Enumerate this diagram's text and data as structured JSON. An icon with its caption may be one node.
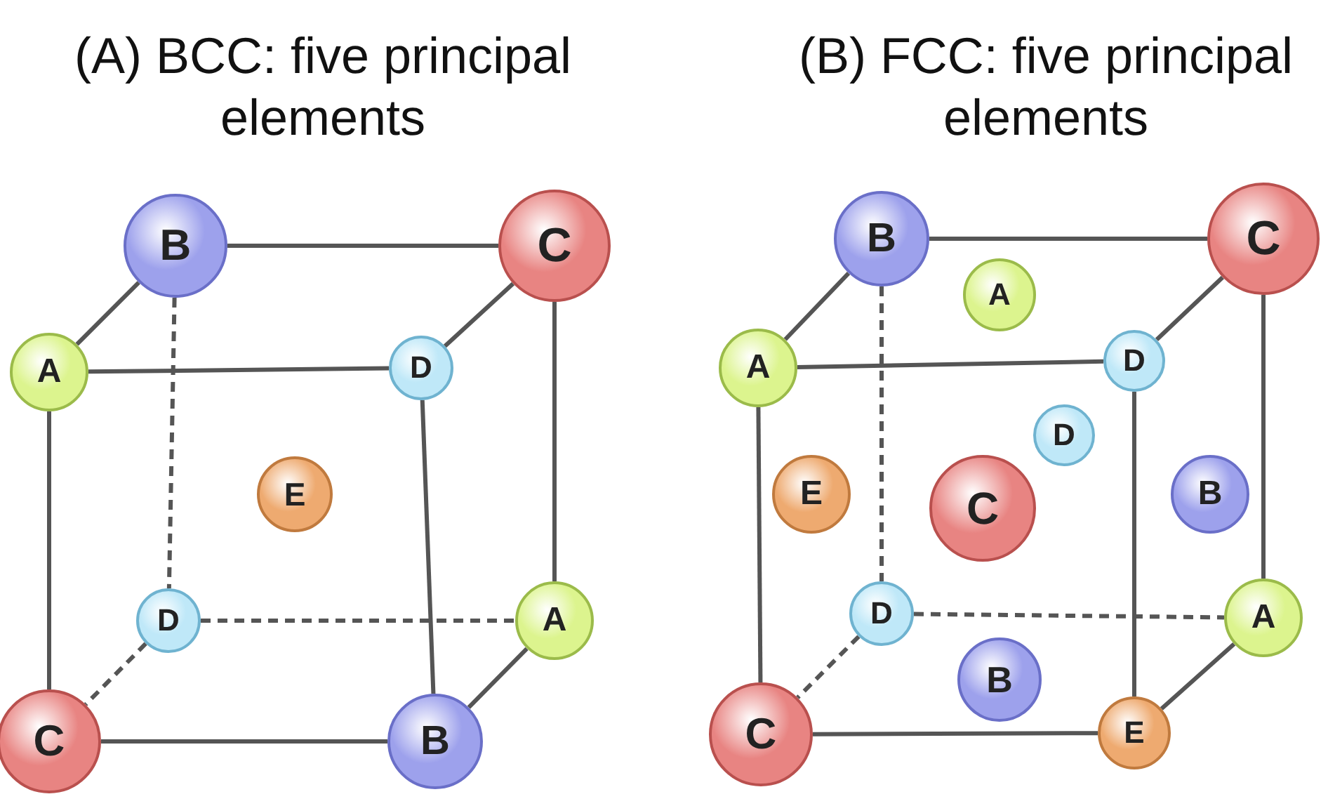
{
  "diagram": {
    "nodes": [
      {
        "text": [
          "B"
        ]
      },
      {
        "text": [
          "C"
        ]
      },
      {
        "text": [
          "A"
        ]
      },
      {
        "text": [
          "D"
        ]
      },
      {
        "text": [
          "E"
        ]
      },
      {
        "text": [
          "D"
        ]
      },
      {
        "text": [
          "A"
        ]
      },
      {
        "text": [
          "C"
        ]
      },
      {
        "text": [
          "B"
        ]
      },
      {
        "text": [
          "B"
        ]
      },
      {
        "text": [
          "C"
        ]
      },
      {
        "text": [
          "A"
        ]
      },
      {
        "text": [
          "A"
        ]
      },
      {
        "text": [
          "D"
        ]
      },
      {
        "text": [
          "D"
        ]
      },
      {
        "text": [
          "E"
        ]
      },
      {
        "text": [
          "C"
        ]
      },
      {
        "text": [
          "B"
        ]
      },
      {
        "text": [
          "D"
        ]
      },
      {
        "text": [
          "A"
        ]
      },
      {
        "text": [
          "B"
        ]
      },
      {
        "text": [
          "C"
        ]
      },
      {
        "text": [
          "E"
        ]
      }
    ],
    "edges": [
      {
        "from": 0,
        "to": 1,
        "arrow": "none"
      },
      {
        "from": 0,
        "to": 2,
        "arrow": "none"
      },
      {
        "from": 1,
        "to": 3,
        "arrow": "none"
      },
      {
        "from": 2,
        "to": 3,
        "arrow": "none"
      },
      {
        "from": 0,
        "to": 5,
        "arrow": "none",
        "style": "dashed"
      },
      {
        "from": 1,
        "to": 6,
        "arrow": "none"
      },
      {
        "from": 2,
        "to": 7,
        "arrow": "none"
      },
      {
        "from": 3,
        "to": 8,
        "arrow": "none"
      },
      {
        "from": 5,
        "to": 6,
        "arrow": "none",
        "style": "dashed"
      },
      {
        "from": 5,
        "to": 7,
        "arrow": "none",
        "style": "dashed"
      },
      {
        "from": 7,
        "to": 8,
        "arrow": "none"
      },
      {
        "from": 6,
        "to": 8,
        "arrow": "none"
      },
      {
        "from": 9,
        "to": 10,
        "arrow": "none"
      },
      {
        "from": 9,
        "to": 12,
        "arrow": "none"
      },
      {
        "from": 10,
        "to": 13,
        "arrow": "none"
      },
      {
        "from": 12,
        "to": 13,
        "arrow": "none"
      },
      {
        "from": 9,
        "to": 18,
        "arrow": "none",
        "style": "dashed"
      },
      {
        "from": 10,
        "to": 19,
        "arrow": "none"
      },
      {
        "from": 12,
        "to": 21,
        "arrow": "none"
      },
      {
        "from": 13,
        "to": 22,
        "arrow": "none"
      },
      {
        "from": 18,
        "to": 19,
        "arrow": "none",
        "style": "dashed"
      },
      {
        "from": 18,
        "to": 21,
        "arrow": "none",
        "style": "dashed"
      },
      {
        "from": 21,
        "to": 22,
        "arrow": "none"
      },
      {
        "from": 19,
        "to": 22,
        "arrow": "none"
      }
    ],
    "labels": [
      "(A) BCC: five principal elements",
      "(B) FCC: five principal elements"
    ]
  }
}
